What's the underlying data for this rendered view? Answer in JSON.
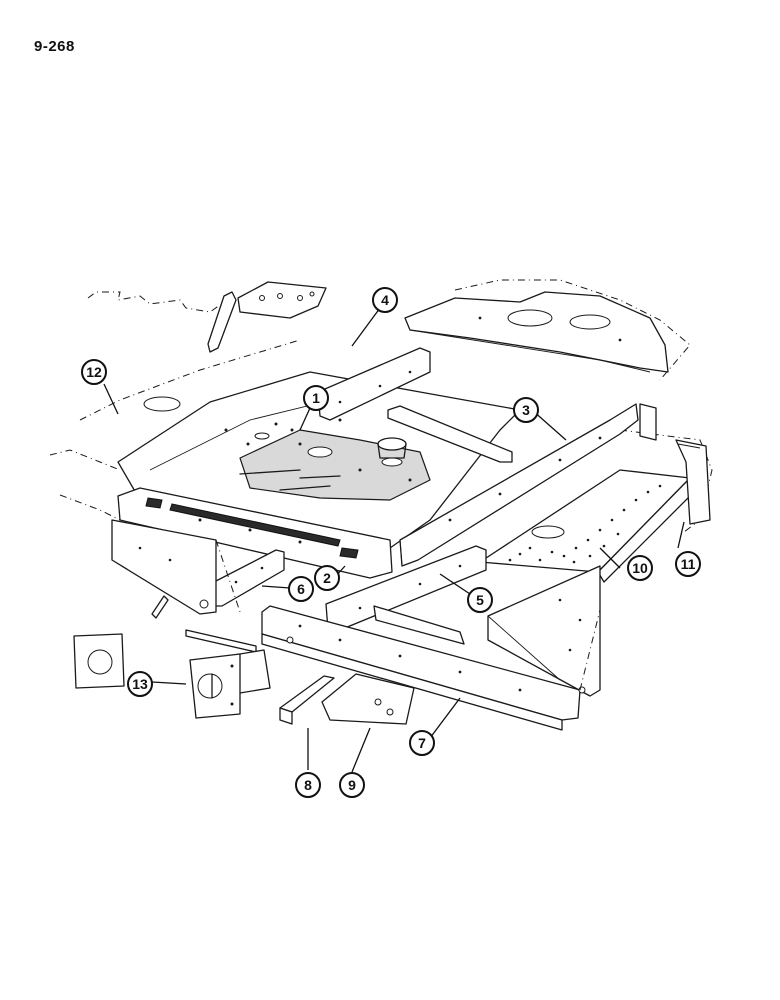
{
  "page": {
    "number": "9-268"
  },
  "callouts": [
    {
      "id": 1,
      "label": "1"
    },
    {
      "id": 2,
      "label": "2"
    },
    {
      "id": 3,
      "label": "3"
    },
    {
      "id": 4,
      "label": "4"
    },
    {
      "id": 5,
      "label": "5"
    },
    {
      "id": 6,
      "label": "6"
    },
    {
      "id": 7,
      "label": "7"
    },
    {
      "id": 8,
      "label": "8"
    },
    {
      "id": 9,
      "label": "9"
    },
    {
      "id": 10,
      "label": "10"
    },
    {
      "id": 11,
      "label": "11"
    },
    {
      "id": 12,
      "label": "12"
    },
    {
      "id": 13,
      "label": "13"
    }
  ],
  "colors": {
    "ink": "#1a1a1a",
    "paper": "#ffffff",
    "shade": "#d9d9d9"
  }
}
